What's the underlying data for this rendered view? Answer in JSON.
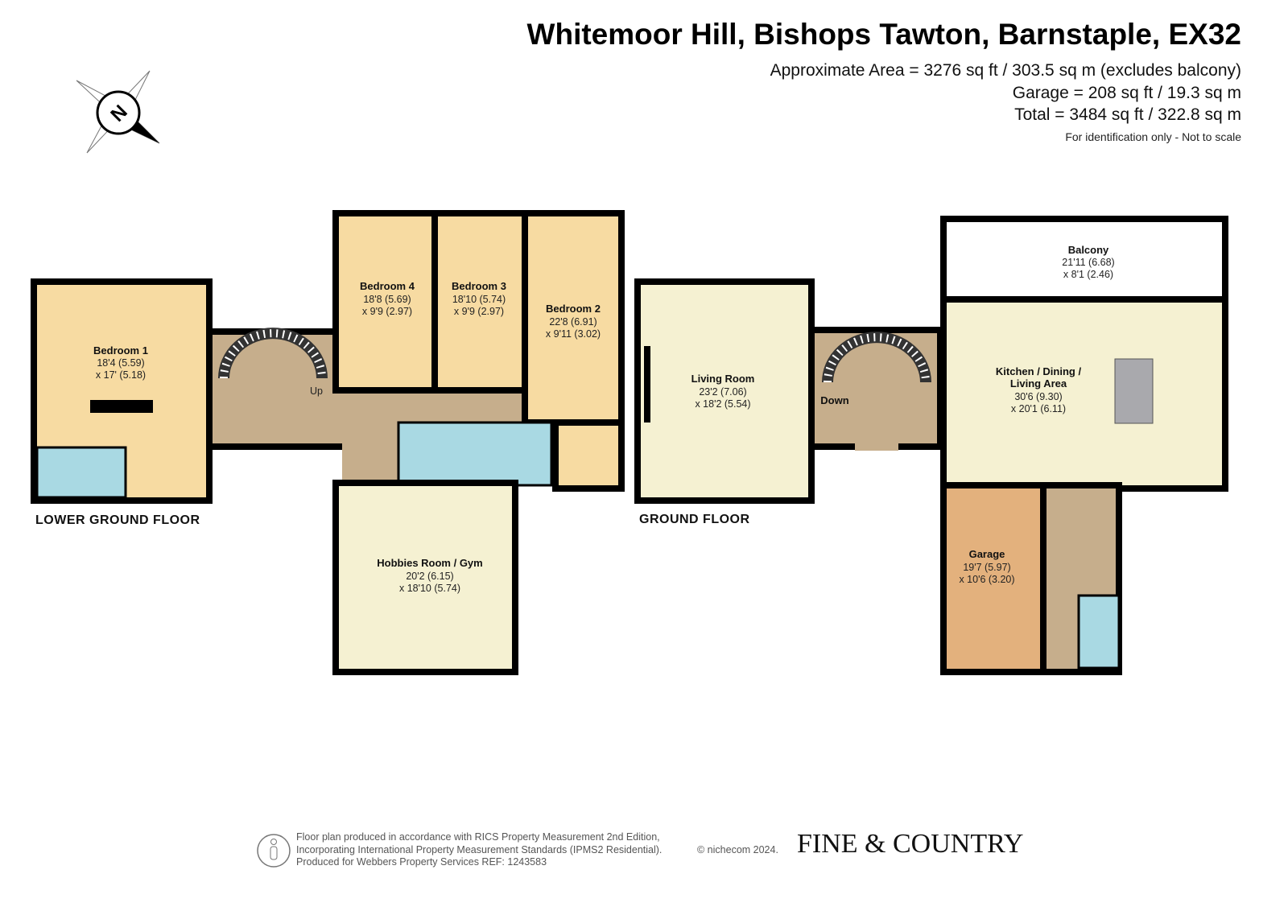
{
  "header": {
    "title": "Whitemoor Hill, Bishops Tawton, Barnstaple, EX32",
    "approx_area": "Approximate Area = 3276 sq ft / 303.5 sq m (excludes balcony)",
    "garage_area": "Garage = 208 sq ft / 19.3 sq m",
    "total_area": "Total = 3484 sq ft / 322.8 sq m",
    "disclaimer": "For identification only - Not to scale"
  },
  "compass": {
    "label": "N"
  },
  "floors": {
    "lower_ground": {
      "label": "LOWER GROUND FLOOR",
      "stairs_label": "Up",
      "rooms": [
        {
          "name": "Bedroom 1",
          "dim1": "18'4 (5.59)",
          "dim2": "x 17' (5.18)"
        },
        {
          "name": "Bedroom 4",
          "dim1": "18'8 (5.69)",
          "dim2": "x 9'9 (2.97)"
        },
        {
          "name": "Bedroom 3",
          "dim1": "18'10 (5.74)",
          "dim2": "x 9'9 (2.97)"
        },
        {
          "name": "Bedroom 2",
          "dim1": "22'8 (6.91)",
          "dim2": "x 9'11 (3.02)"
        },
        {
          "name": "Hobbies Room / Gym",
          "dim1": "20'2 (6.15)",
          "dim2": "x 18'10 (5.74)"
        }
      ]
    },
    "ground": {
      "label": "GROUND FLOOR",
      "stairs_label": "Down",
      "rooms": [
        {
          "name": "Living Room",
          "dim1": "23'2 (7.06)",
          "dim2": "x 18'2 (5.54)"
        },
        {
          "name": "Balcony",
          "dim1": "21'11 (6.68)",
          "dim2": "x 8'1 (2.46)"
        },
        {
          "name": "Kitchen / Dining /",
          "name2": "Living Area",
          "dim1": "30'6 (9.30)",
          "dim2": "x 20'1 (6.11)"
        },
        {
          "name": "Garage",
          "dim1": "19'7 (5.97)",
          "dim2": "x 10'6 (3.20)"
        }
      ]
    }
  },
  "footer": {
    "line1": "Floor plan produced in accordance with RICS Property Measurement 2nd Edition,",
    "line2": "Incorporating International Property Measurement Standards (IPMS2 Residential).",
    "line3": "Produced for Webbers Property Services   REF: 1243583",
    "copyright": "© nichecom 2024.",
    "brand": "FINE & COUNTRY"
  },
  "colors": {
    "bedroom": "#f7dba2",
    "living": "#f5f1d2",
    "hall": "#c6ae8c",
    "bath": "#a9d9e3",
    "garage": "#e3b17d",
    "wall": "#000000"
  }
}
